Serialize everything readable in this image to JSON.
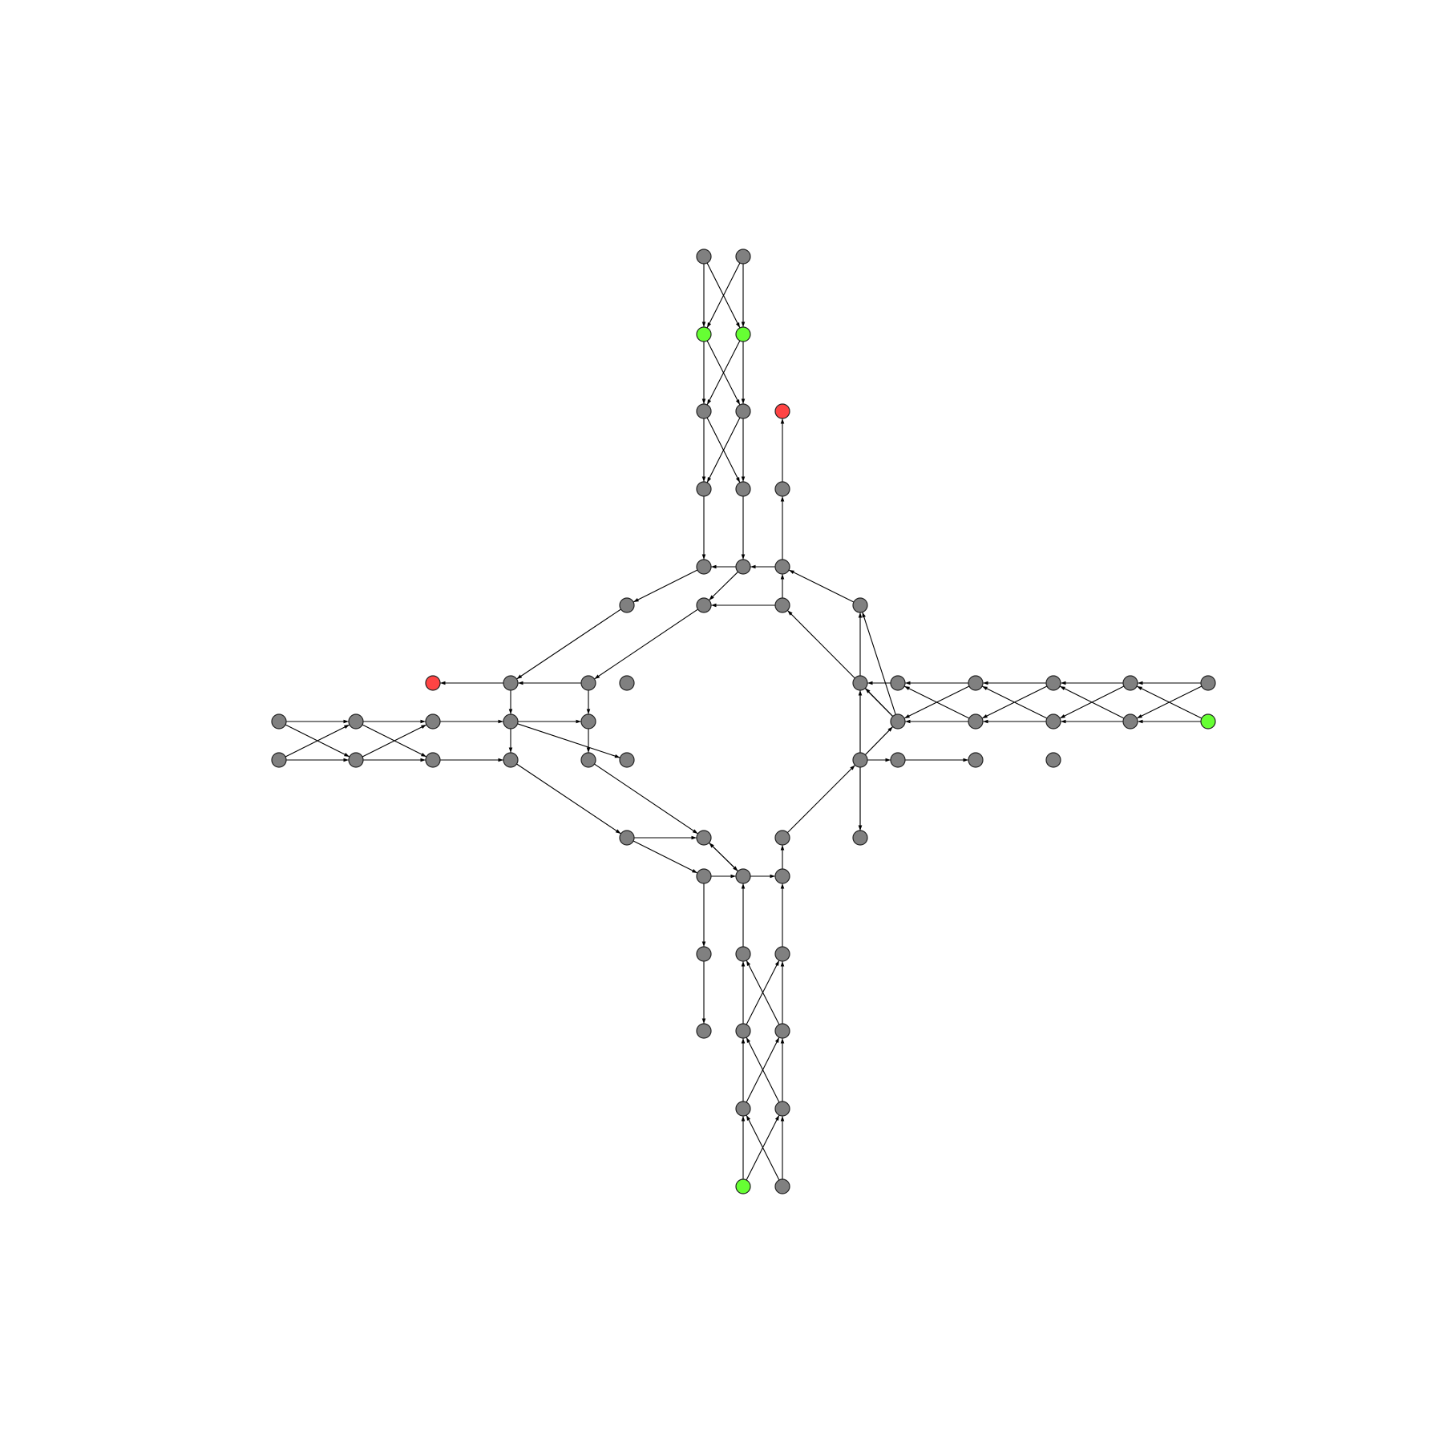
{
  "diagram": {
    "type": "directed-graph",
    "colors": {
      "normal": "#808080",
      "source": "#66ff33",
      "sink": "#ff4444",
      "edge": "#000000",
      "background": "#ffffff"
    },
    "nodes": [
      {
        "id": "n1",
        "kind": "normal"
      },
      {
        "id": "n2",
        "kind": "normal"
      },
      {
        "id": "n3",
        "kind": "source"
      },
      {
        "id": "n4",
        "kind": "source"
      },
      {
        "id": "n5",
        "kind": "normal"
      },
      {
        "id": "n6",
        "kind": "normal"
      },
      {
        "id": "n7",
        "kind": "sink"
      },
      {
        "id": "n8",
        "kind": "normal"
      },
      {
        "id": "n9",
        "kind": "normal"
      },
      {
        "id": "n10",
        "kind": "normal"
      },
      {
        "id": "n11",
        "kind": "normal"
      },
      {
        "id": "n12",
        "kind": "normal"
      },
      {
        "id": "n13",
        "kind": "normal"
      },
      {
        "id": "n14",
        "kind": "normal"
      },
      {
        "id": "n15",
        "kind": "normal"
      },
      {
        "id": "n16",
        "kind": "normal"
      },
      {
        "id": "n17",
        "kind": "normal"
      },
      {
        "id": "n18",
        "kind": "sink"
      },
      {
        "id": "n19",
        "kind": "normal"
      },
      {
        "id": "n20",
        "kind": "normal"
      },
      {
        "id": "n21",
        "kind": "normal"
      },
      {
        "id": "n22",
        "kind": "normal"
      },
      {
        "id": "n23",
        "kind": "normal"
      },
      {
        "id": "n24",
        "kind": "normal"
      },
      {
        "id": "n25",
        "kind": "normal"
      },
      {
        "id": "n26",
        "kind": "normal"
      },
      {
        "id": "n27",
        "kind": "normal"
      },
      {
        "id": "n28",
        "kind": "normal"
      },
      {
        "id": "n29",
        "kind": "normal"
      },
      {
        "id": "n30",
        "kind": "normal"
      },
      {
        "id": "n31",
        "kind": "normal"
      },
      {
        "id": "n32",
        "kind": "normal"
      },
      {
        "id": "n33",
        "kind": "normal"
      },
      {
        "id": "n34",
        "kind": "normal"
      },
      {
        "id": "n35",
        "kind": "normal"
      },
      {
        "id": "n36",
        "kind": "normal"
      },
      {
        "id": "n37",
        "kind": "normal"
      },
      {
        "id": "n38",
        "kind": "normal"
      },
      {
        "id": "n39",
        "kind": "normal"
      },
      {
        "id": "n40",
        "kind": "normal"
      },
      {
        "id": "n41",
        "kind": "normal"
      },
      {
        "id": "n42",
        "kind": "normal"
      },
      {
        "id": "n43",
        "kind": "normal"
      },
      {
        "id": "n44",
        "kind": "normal"
      },
      {
        "id": "n45",
        "kind": "normal"
      },
      {
        "id": "n46",
        "kind": "normal"
      },
      {
        "id": "n47",
        "kind": "normal"
      },
      {
        "id": "n48",
        "kind": "source"
      },
      {
        "id": "n49",
        "kind": "normal"
      },
      {
        "id": "n50",
        "kind": "normal"
      },
      {
        "id": "n51",
        "kind": "normal"
      },
      {
        "id": "n52",
        "kind": "normal"
      },
      {
        "id": "n53",
        "kind": "normal"
      },
      {
        "id": "n54",
        "kind": "normal"
      },
      {
        "id": "n55",
        "kind": "normal"
      },
      {
        "id": "n56",
        "kind": "normal"
      },
      {
        "id": "n57",
        "kind": "normal"
      },
      {
        "id": "n58",
        "kind": "normal"
      },
      {
        "id": "n59",
        "kind": "normal"
      },
      {
        "id": "n60",
        "kind": "normal"
      },
      {
        "id": "n61",
        "kind": "normal"
      },
      {
        "id": "n62",
        "kind": "normal"
      },
      {
        "id": "n63",
        "kind": "normal"
      },
      {
        "id": "n64",
        "kind": "normal"
      },
      {
        "id": "n65",
        "kind": "normal"
      },
      {
        "id": "n66",
        "kind": "normal"
      },
      {
        "id": "n67",
        "kind": "source"
      },
      {
        "id": "n68",
        "kind": "normal"
      }
    ],
    "edges": [
      [
        "n1",
        "n3"
      ],
      [
        "n1",
        "n4"
      ],
      [
        "n2",
        "n3"
      ],
      [
        "n2",
        "n4"
      ],
      [
        "n3",
        "n5"
      ],
      [
        "n3",
        "n6"
      ],
      [
        "n4",
        "n5"
      ],
      [
        "n4",
        "n6"
      ],
      [
        "n5",
        "n8"
      ],
      [
        "n5",
        "n9"
      ],
      [
        "n6",
        "n8"
      ],
      [
        "n6",
        "n9"
      ],
      [
        "n10",
        "n7"
      ],
      [
        "n8",
        "n11"
      ],
      [
        "n9",
        "n12"
      ],
      [
        "n13",
        "n12"
      ],
      [
        "n12",
        "n11"
      ],
      [
        "n13",
        "n10"
      ],
      [
        "n11",
        "n14"
      ],
      [
        "n12",
        "n15"
      ],
      [
        "n16",
        "n13"
      ],
      [
        "n17",
        "n13"
      ],
      [
        "n16",
        "n15"
      ],
      [
        "n14",
        "n22"
      ],
      [
        "n15",
        "n23"
      ],
      [
        "n22",
        "n21"
      ],
      [
        "n23",
        "n22"
      ],
      [
        "n21",
        "n18"
      ],
      [
        "n22",
        "n27"
      ],
      [
        "n23",
        "n28"
      ],
      [
        "n27",
        "n28"
      ],
      [
        "n24",
        "n25"
      ],
      [
        "n24",
        "n26"
      ],
      [
        "n25",
        "n26"
      ],
      [
        "n25",
        "n25b"
      ],
      [
        "n28",
        "n38"
      ],
      [
        "n27",
        "n37"
      ],
      [
        "n37",
        "n40"
      ],
      [
        "n37",
        "n39"
      ],
      [
        "n38",
        "n41"
      ],
      [
        "n39",
        "n40"
      ],
      [
        "n40",
        "n41"
      ],
      [
        "n41",
        "n42"
      ],
      [
        "n42",
        "n36"
      ],
      [
        "n41",
        "n36"
      ],
      [
        "n36",
        "n35"
      ],
      [
        "n35",
        "n16"
      ],
      [
        "n34",
        "n32"
      ],
      [
        "n32",
        "n31"
      ],
      [
        "n31",
        "n17"
      ],
      [
        "n33",
        "n34"
      ],
      [
        "n35",
        "n34"
      ],
      [
        "n36",
        "n44"
      ],
      [
        "n44",
        "n45"
      ]
    ]
  }
}
